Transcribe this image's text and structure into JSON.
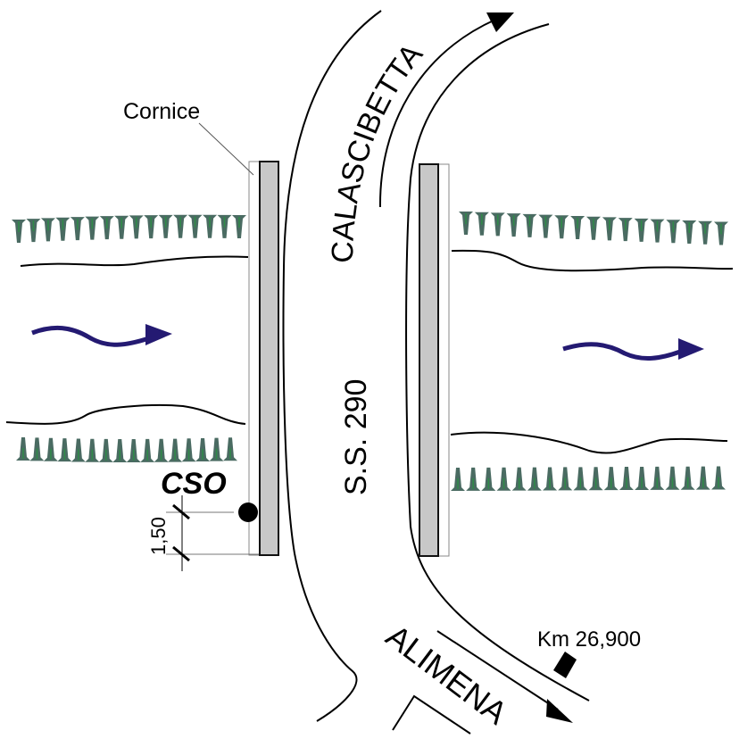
{
  "diagram": {
    "type": "site-plan",
    "labels": {
      "cornice": "Cornice",
      "cso": "CSO",
      "dimension": "1,50",
      "road_name": "S.S. 290",
      "direction_north": "CALASCIBETTA",
      "direction_south": "ALIMENA",
      "kilometer_marker": "Km 26,900"
    },
    "colors": {
      "vegetation": "#4a6b62",
      "vegetation_highlight": "#2e8b47",
      "flow_arrow": "#241a72",
      "bridge_deck": "#c8c8c8",
      "line": "#000000"
    },
    "elements": [
      {
        "name": "river-flow-left",
        "kind": "flow-arrow",
        "direction": "east"
      },
      {
        "name": "river-flow-right",
        "kind": "flow-arrow",
        "direction": "east"
      },
      {
        "name": "bridge-left-parapet",
        "kind": "parapet"
      },
      {
        "name": "bridge-right-parapet",
        "kind": "parapet"
      },
      {
        "name": "cso-point",
        "kind": "marker"
      }
    ]
  }
}
